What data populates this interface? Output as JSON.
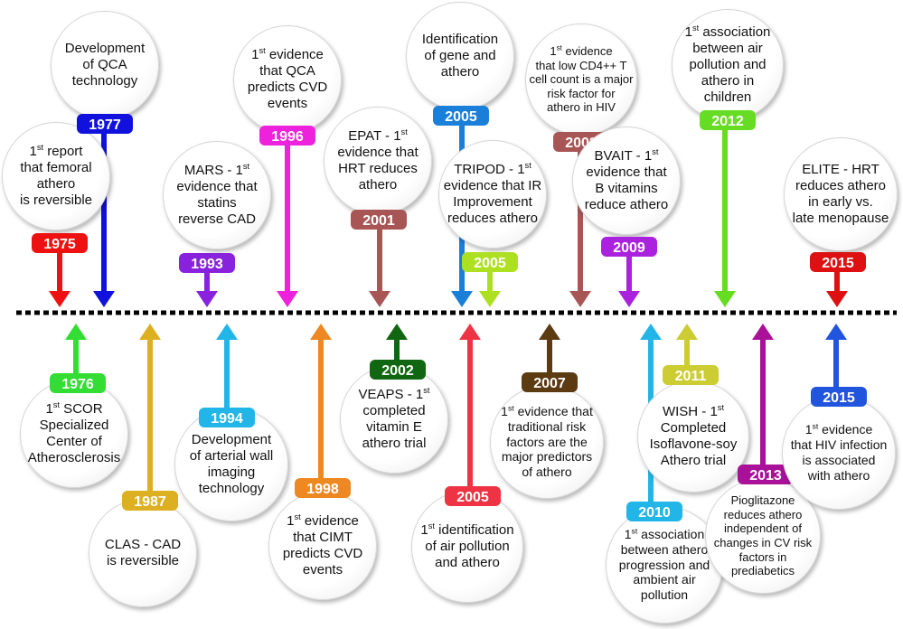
{
  "top_events": [
    {
      "id": "e1975",
      "year": "1975",
      "color": "#ee1111",
      "text": [
        "1^st report",
        "that femoral",
        "athero",
        "is reversible"
      ]
    },
    {
      "id": "e1977",
      "year": "1977",
      "color": "#1111dd",
      "text": [
        "Development",
        "of QCA",
        "technology"
      ]
    },
    {
      "id": "e1993",
      "year": "1993",
      "color": "#8822dd",
      "text": [
        "MARS - 1^st",
        "evidence that",
        "statins",
        "reverse CAD"
      ]
    },
    {
      "id": "e1996",
      "year": "1996",
      "color": "#ee22dd",
      "text": [
        "1^st evidence",
        "that QCA",
        "predicts CVD",
        "events"
      ]
    },
    {
      "id": "e2001",
      "year": "2001",
      "color": "#a85555",
      "text": [
        "EPAT - 1^st",
        "evidence that",
        "HRT reduces",
        "athero"
      ]
    },
    {
      "id": "e2005a",
      "year": "2005",
      "color": "#1a7fd8",
      "text": [
        "Identification",
        "of gene and",
        "athero"
      ]
    },
    {
      "id": "e2005b",
      "year": "2005",
      "color": "#aee022",
      "text": [
        "TRIPOD - 1^st",
        "evidence that IR",
        "Improvement",
        "reduces athero"
      ]
    },
    {
      "id": "e2008",
      "year": "2008",
      "color": "#a85555",
      "text": [
        "1^st evidence",
        "that low CD4++ T",
        "cell count is a major",
        "risk factor for",
        "athero in HIV"
      ]
    },
    {
      "id": "e2009",
      "year": "2009",
      "color": "#aa22dd",
      "text": [
        "BVAIT - 1^st",
        "evidence that",
        "B vitamins",
        "reduce athero"
      ]
    },
    {
      "id": "e2012",
      "year": "2012",
      "color": "#66dd22",
      "text": [
        "1^st association",
        "between air",
        "pollution and",
        "athero in",
        "children"
      ]
    },
    {
      "id": "e2015a",
      "year": "2015",
      "color": "#dd1111",
      "text": [
        "ELITE - HRT",
        "reduces athero",
        "in early vs.",
        "late menopause"
      ]
    }
  ],
  "bottom_events": [
    {
      "id": "e1976",
      "year": "1976",
      "color": "#33dd33",
      "text": [
        "1^st SCOR",
        "Specialized",
        "Center of",
        "Atherosclerosis"
      ]
    },
    {
      "id": "e1987",
      "year": "1987",
      "color": "#ddb022",
      "text": [
        "CLAS - CAD",
        "is reversible"
      ]
    },
    {
      "id": "e1994",
      "year": "1994",
      "color": "#22b5e8",
      "text": [
        "Development",
        "of arterial wall",
        "imaging",
        "technology"
      ]
    },
    {
      "id": "e1998",
      "year": "1998",
      "color": "#ee8822",
      "text": [
        "1^st evidence",
        "that CIMT",
        "predicts CVD",
        "events"
      ]
    },
    {
      "id": "e2002",
      "year": "2002",
      "color": "#116611",
      "text": [
        "VEAPS - 1^st",
        "completed",
        "vitamin E",
        "athero trial"
      ]
    },
    {
      "id": "e2005c",
      "year": "2005",
      "color": "#ee3344",
      "text": [
        "1^st identification",
        "of air pollution",
        "and athero"
      ]
    },
    {
      "id": "e2007",
      "year": "2007",
      "color": "#5c3a12",
      "text": [
        "1^st evidence that",
        "traditional risk",
        "factors are the",
        "major predictors",
        "of athero"
      ]
    },
    {
      "id": "e2010",
      "year": "2010",
      "color": "#22b5e8",
      "text": [
        "1^st association",
        "between athero",
        "progression and",
        "ambient air",
        "pollution"
      ]
    },
    {
      "id": "e2011",
      "year": "2011",
      "color": "#cccc33",
      "text": [
        "WISH - 1^st",
        "Completed",
        "Isoflavone-soy",
        "Athero trial"
      ]
    },
    {
      "id": "e2013",
      "year": "2013",
      "color": "#aa1199",
      "text": [
        "Pioglitazone",
        "reduces athero",
        "independent of",
        "changes in CV risk",
        "factors in",
        "prediabetics"
      ]
    },
    {
      "id": "e2015c",
      "year": "2015",
      "color": "#2255dd",
      "text": [
        "1^st evidence",
        "that HIV infection",
        "is associated",
        "with athero"
      ]
    }
  ]
}
